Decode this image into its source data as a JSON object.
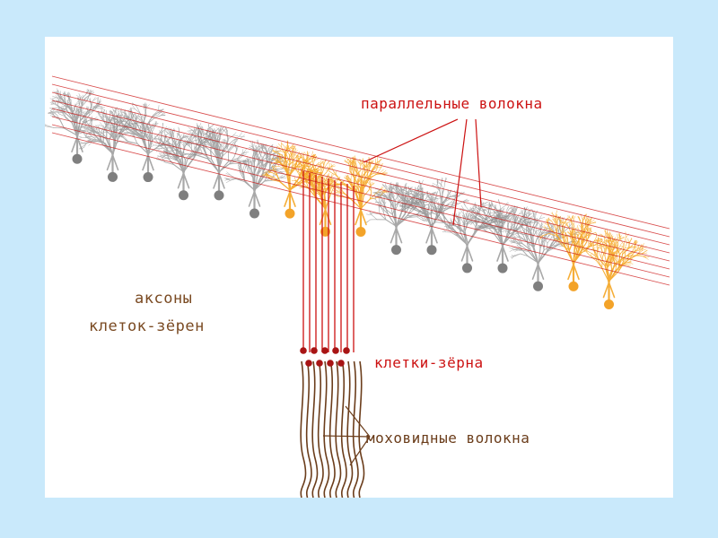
{
  "labels": {
    "parallel_fibers": "параллельные волокна",
    "axons_line1": "аксоны",
    "axons_line2": "клеток-зёрен",
    "granule_cells": "клетки-зёрна",
    "mossy_fibers": "моховидные волокна"
  },
  "colors": {
    "background": "#c9e9fb",
    "panel": "#ffffff",
    "purkinje_gray": "#8c8c8c",
    "purkinje_highlight": "#f5a623",
    "parallel_fiber": "#cc1111",
    "mossy_fiber": "#6b3d1b",
    "axon_label": "#7a4a22"
  }
}
